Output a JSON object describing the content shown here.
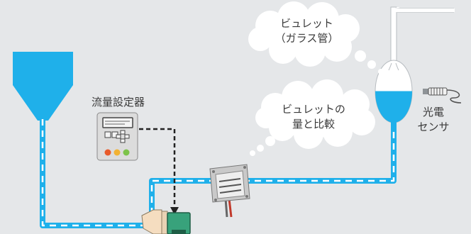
{
  "labels": {
    "flow_setter": "流量設定器",
    "burette_line1": "ビュレット",
    "burette_line2": "（ガラス管）",
    "compare_line1": "ビュレットの",
    "compare_line2": "量と比較",
    "sensor_line1": "光電",
    "sensor_line2": "センサ"
  },
  "colors": {
    "background": "#e5e7e9",
    "liquid": "#1fb0ea",
    "tube": "#ffffff",
    "cloud": "#ffffff",
    "signal_line": "#222222"
  },
  "icons": {
    "flow_setter": "flow-setter-controller-icon",
    "flow_meter": "flow-meter-device-icon",
    "pump": "pump-icon",
    "sensor": "photoelectric-sensor-icon"
  }
}
